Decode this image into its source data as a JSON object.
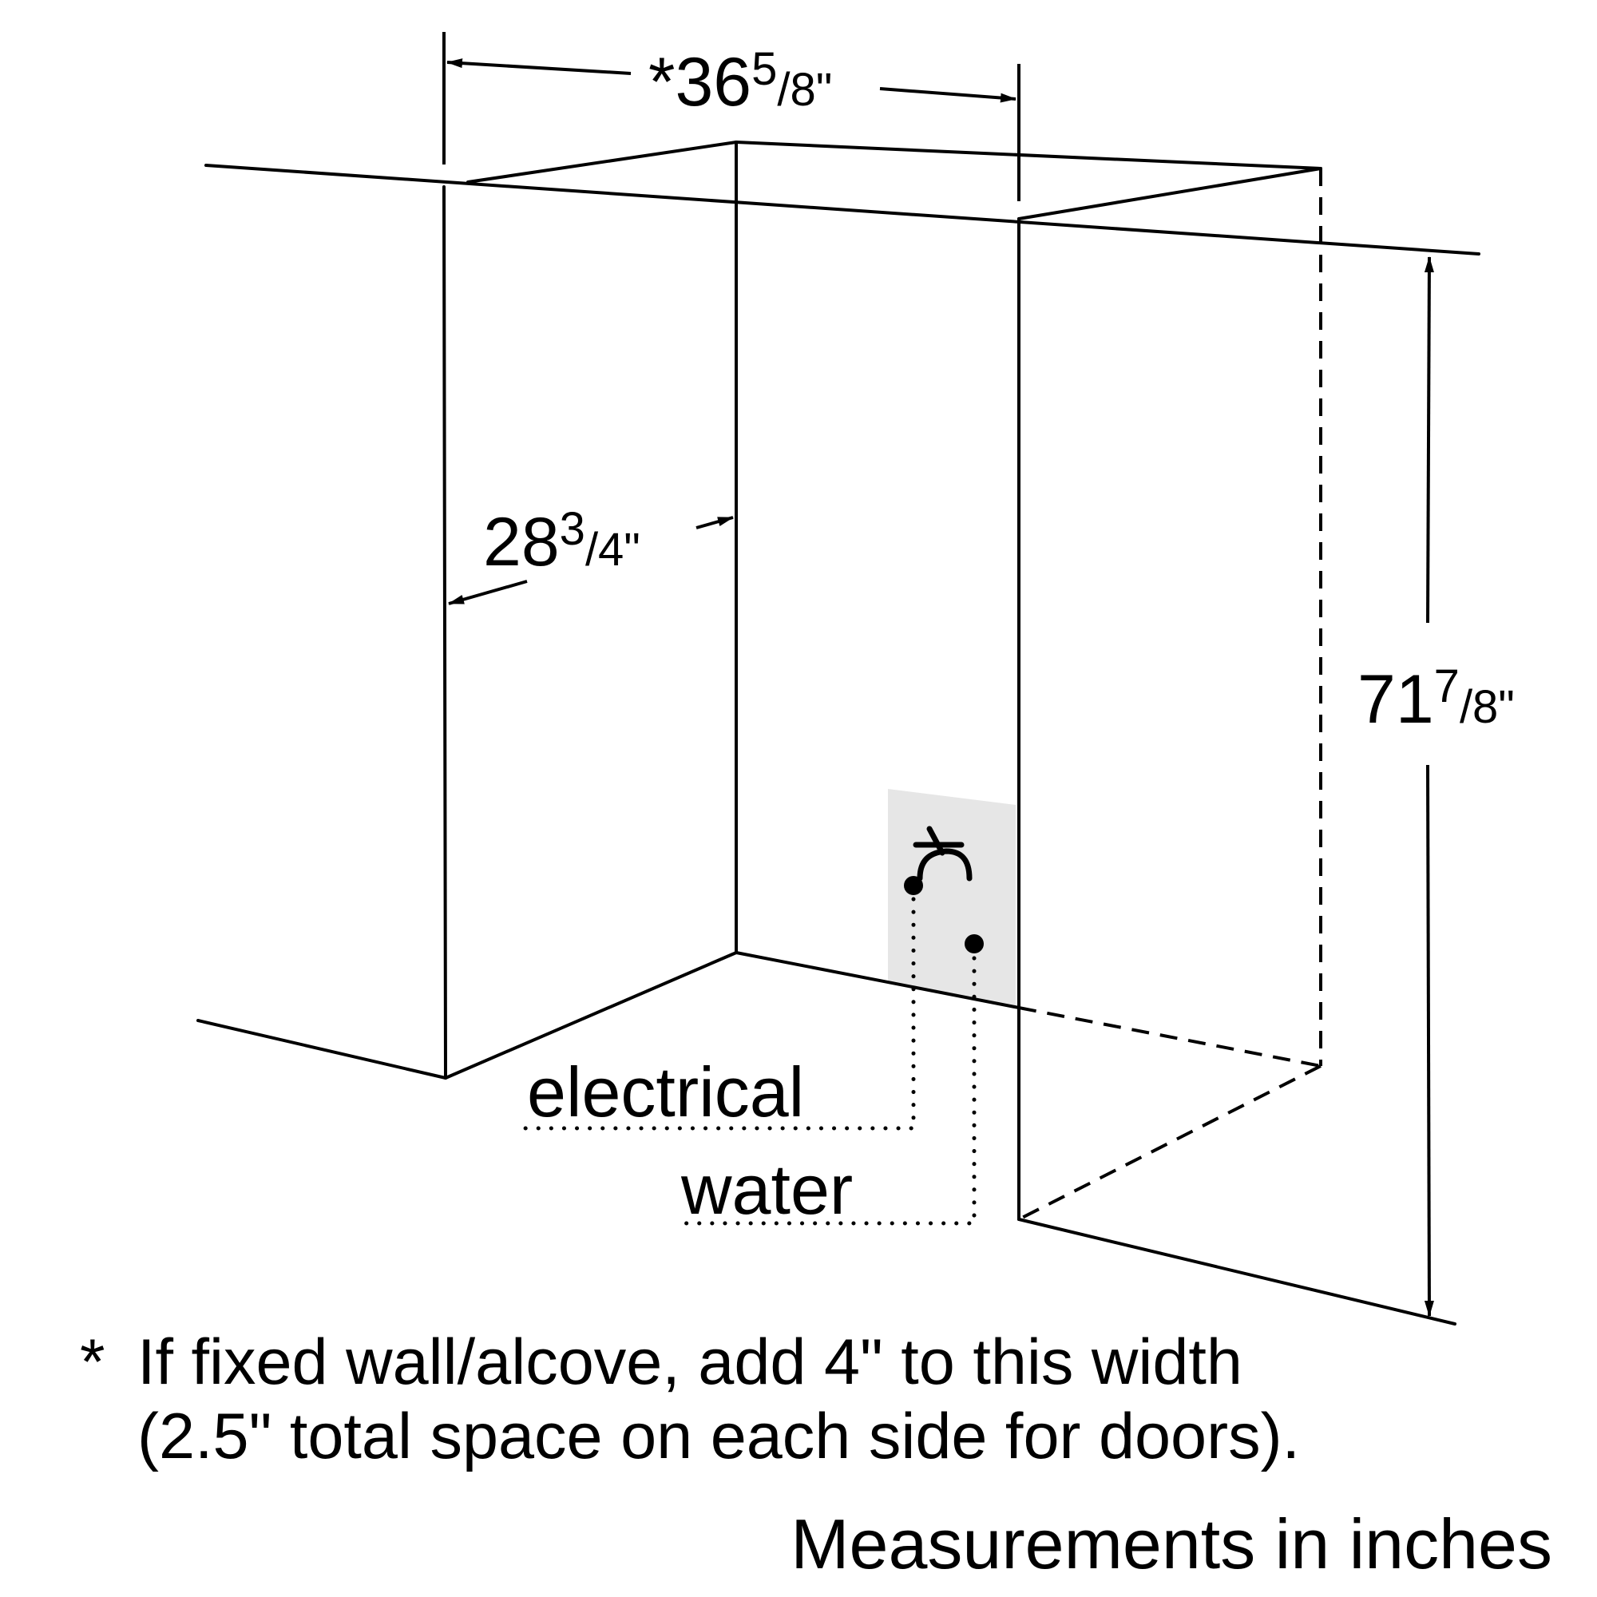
{
  "dimensions": {
    "width": {
      "prefix": "*",
      "whole": "36",
      "num": "5",
      "den": "/8\""
    },
    "depth": {
      "whole": "28",
      "num": "3",
      "den": "/4\""
    },
    "height": {
      "whole": "71",
      "num": "7",
      "den": "/8\""
    }
  },
  "labels": {
    "electrical": "electrical",
    "water": "water"
  },
  "footnote": {
    "marker": "*",
    "line1": "If fixed wall/alcove, add 4\" to this width",
    "line2": "(2.5\" total space on each side for doors).",
    "units": "Measurements in inches"
  },
  "colors": {
    "line": "#000000",
    "utility_panel": "#e6e6e6"
  },
  "icons": [
    "faucet-icon",
    "electrical-outlet-icon",
    "water-outlet-icon"
  ]
}
